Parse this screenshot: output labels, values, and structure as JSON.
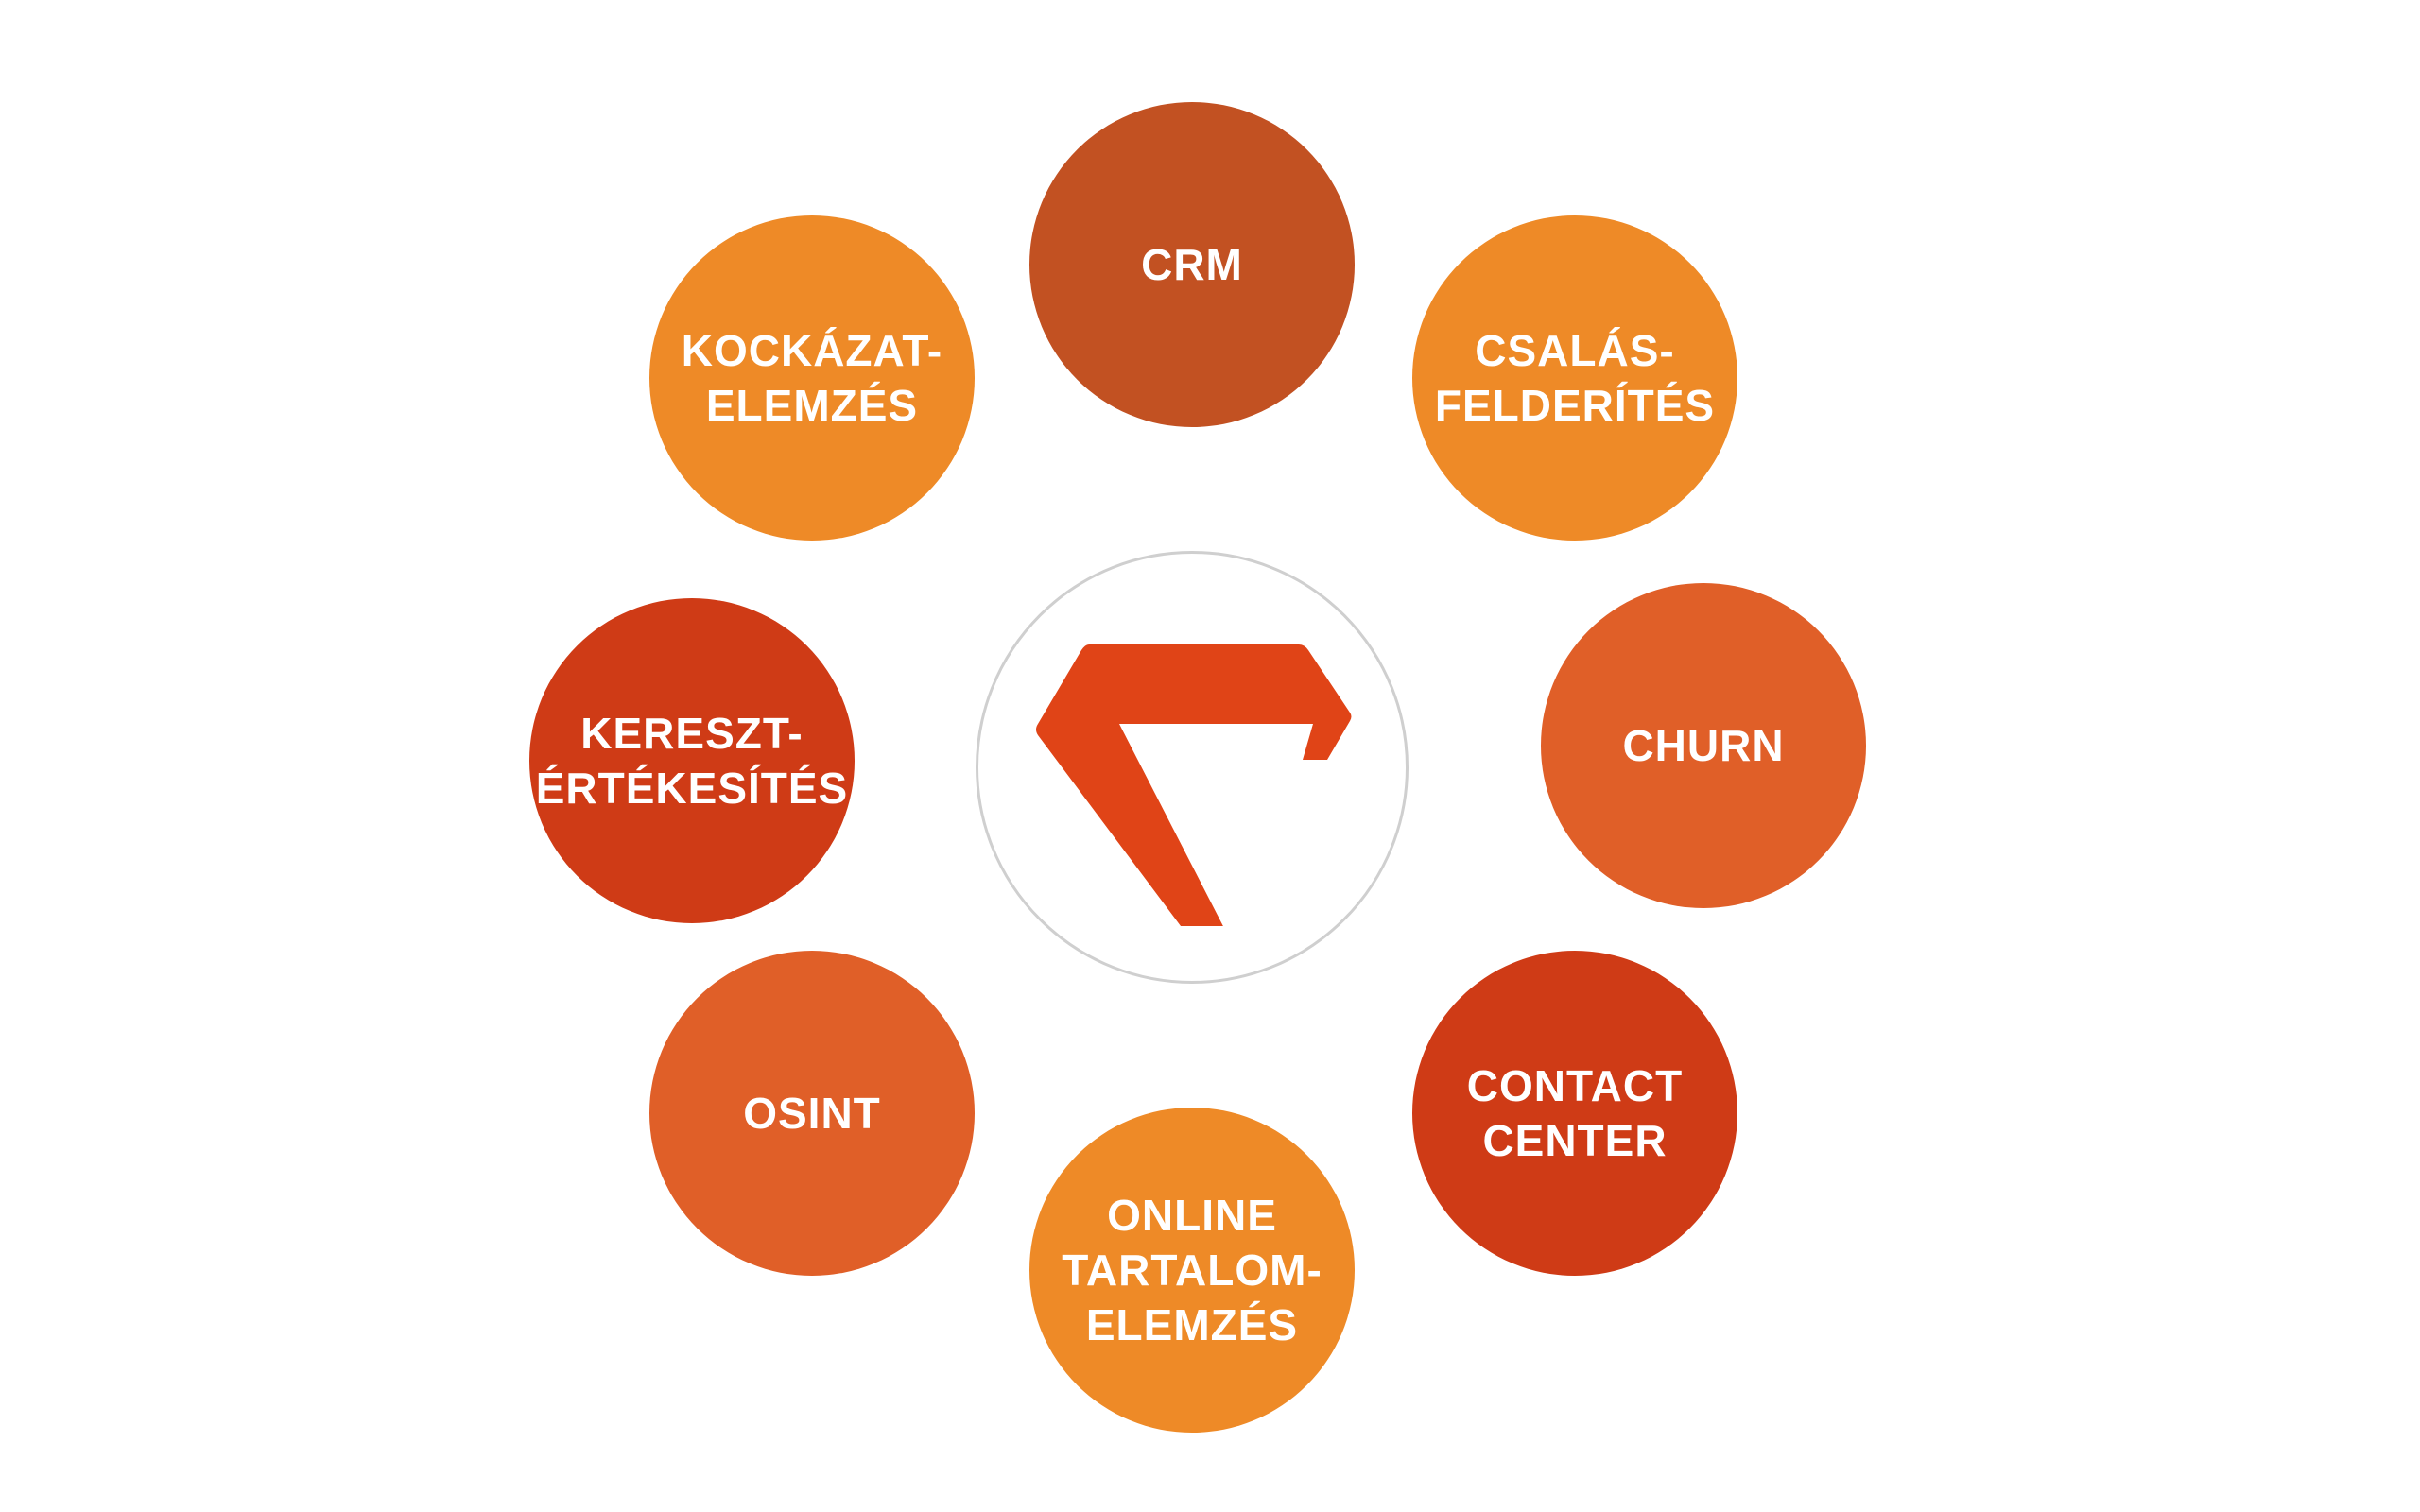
{
  "diagram": {
    "center": {
      "logo_icon": "orange-chevron-logo-icon",
      "logo_color": "#e04417"
    },
    "nodes": [
      {
        "id": "crm",
        "lines": [
          "CRM"
        ],
        "color": "#c25122"
      },
      {
        "id": "fraud",
        "lines": [
          "CSALÁS-",
          "FELDERÍTÉS"
        ],
        "color": "#ee8a27"
      },
      {
        "id": "churn",
        "lines": [
          "CHURN"
        ],
        "color": "#e05f28"
      },
      {
        "id": "contact",
        "lines": [
          "CONTACT",
          "CENTER"
        ],
        "color": "#cf3b16"
      },
      {
        "id": "online",
        "lines": [
          "ONLINE",
          "TARTALOM-",
          "ELEMZÉS"
        ],
        "color": "#ee8a27"
      },
      {
        "id": "osint",
        "lines": [
          "OSINT"
        ],
        "color": "#e05f28"
      },
      {
        "id": "crosssell",
        "lines": [
          "KERESZT-",
          "ÉRTÉKESÍTÉS"
        ],
        "color": "#cf3b16"
      },
      {
        "id": "risk",
        "lines": [
          "KOCKÁZAT-",
          "ELEMZÉS"
        ],
        "color": "#ee8a27"
      }
    ]
  }
}
